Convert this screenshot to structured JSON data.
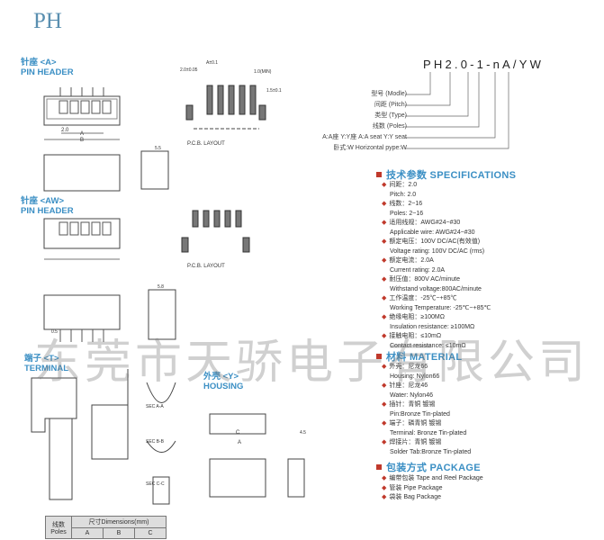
{
  "title": "PH",
  "sections": {
    "pin_header_a": {
      "cn": "针座 <A>",
      "en": "PIN HEADER"
    },
    "pin_header_aw": {
      "cn": "针座 <AW>",
      "en": "PIN HEADER"
    },
    "terminal": {
      "cn": "端子 <T>",
      "en": "TERMINAL"
    },
    "housing": {
      "cn": "外壳 <Y>",
      "en": "HOUSING"
    }
  },
  "drawing_labels": {
    "pcb_layout": "P.C.B. LAYOUT",
    "sec_aa": "SEC A-A",
    "sec_bb": "SEC B-B",
    "sec_cc": "SEC C-C",
    "dim_a": "A",
    "dim_b": "B",
    "dim_c": "C",
    "pitch": "2.0",
    "d_a01": "A±0.1",
    "d_200": "2.0±0.05",
    "d_10min": "1.0(MIN)",
    "d_15": "1.5±0.1",
    "d_55": "5.5",
    "d_58": "5.8",
    "d_45": "4.5",
    "d_05": "0.5"
  },
  "part_code": "PH2.0-1-nA/YW",
  "code_labels": [
    "型号 (Modle)",
    "间距 (Pitch)",
    "类型 (Type)",
    "线数 (Poles)",
    "A:A座 Y:Y座 A:A seat Y:Y seat",
    "卧式:W Horizontal pype:W"
  ],
  "specifications": {
    "heading": "技术参数 SPECIFICATIONS",
    "items": [
      {
        "cn": "间距：2.0",
        "en": "Pitch: 2.0"
      },
      {
        "cn": "线数：2~16",
        "en": "Poles: 2~16"
      },
      {
        "cn": "适用线规：AWG#24~#30",
        "en": "Applicable wire: AWG#24~#30"
      },
      {
        "cn": "额定电压：100V DC/AC(有效值)",
        "en": "Voltage rating: 100V DC/AC (rms)"
      },
      {
        "cn": "额定电流：2.0A",
        "en": "Current rating: 2.0A"
      },
      {
        "cn": "耐压值：800V AC/minute",
        "en": "Withstand voltage:800AC/minute"
      },
      {
        "cn": "工作温度：-25℃~+85℃",
        "en": "Working Temperature: -25℃~+85℃"
      },
      {
        "cn": "绝缘电阻：≥100MΩ",
        "en": "Insulation resistance: ≥100MΩ"
      },
      {
        "cn": "接触电阻：≤10mΩ",
        "en": "Contact resistance: ≤10mΩ"
      }
    ]
  },
  "material": {
    "heading": "材料 MATERIAL",
    "items": [
      {
        "cn": "外壳：尼龙66",
        "en": "Housing: Nylon66"
      },
      {
        "cn": "针座：尼龙46",
        "en": "Water: Nylon46"
      },
      {
        "cn": "插针：青铜 镀锡",
        "en": "Pin:Bronze Tin-plated"
      },
      {
        "cn": "端子：磷青铜 镀锡",
        "en": "Terminal: Bronze Tin-plated"
      },
      {
        "cn": "焊接片：青铜 镀锡",
        "en": "Solder Tab:Bronze Tin-plated"
      }
    ]
  },
  "package": {
    "heading": "包装方式 PACKAGE",
    "items": [
      "编带包装 Tape and Reel Package",
      "管装 Pipe Package",
      "袋装 Bag Package"
    ]
  },
  "watermark": "东莞市天骄电子有限公司",
  "table": {
    "poles_header": "线数 Poles",
    "dim_header": "尺寸Dimensions(mm)",
    "cols": [
      "A",
      "B",
      "C"
    ]
  }
}
